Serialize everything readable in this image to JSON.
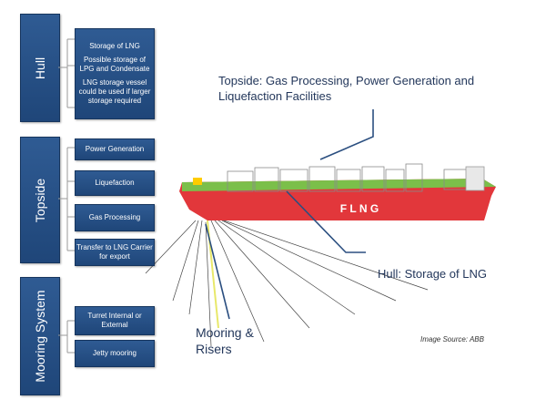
{
  "categories": {
    "hull": {
      "title": "Hull",
      "items": [
        "Storage of LNG",
        "Possible storage of LPG and Condensate",
        "LNG storage vessel could be used if larger storage required"
      ]
    },
    "topside": {
      "title": "Topside",
      "items": [
        "Power Generation",
        "Liquefaction",
        "Gas Processing",
        "Transfer to LNG Carrier for export"
      ]
    },
    "mooring": {
      "title": "Mooring System",
      "items": [
        "Turret Internal or External",
        "Jetty mooring"
      ]
    }
  },
  "callouts": {
    "topside": "Topside: Gas Processing, Power Generation and Liquefaction Facilities",
    "hull": "Hull: Storage of LNG",
    "mooring": "Mooring & Risers"
  },
  "ship": {
    "hull_text": "F L N G",
    "hull_color": "#e2373b",
    "deck_color": "#7bbf4a"
  },
  "image_source": "Image Source: ABB",
  "colors": {
    "box": "#24497d",
    "label": "#23375b",
    "pointer": "#2b4f80",
    "riser": "#e8e86a"
  }
}
